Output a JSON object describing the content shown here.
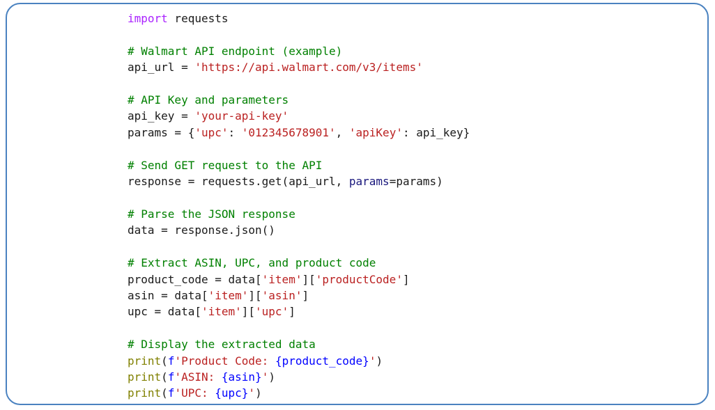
{
  "card": {
    "border_color": "#4a82c0",
    "background_color": "#ffffff"
  },
  "code": {
    "language": "python",
    "font_family_kind": "monospace",
    "colors": {
      "keyword": "#aa22ff",
      "comment": "#008000",
      "string": "#ba2121",
      "builtin": "#808000",
      "keyword_argument": "#19177c",
      "fstring_prefix": "#0000ff",
      "interpolation": "#0000ff",
      "text": "#1a1a1a"
    },
    "lines": [
      {
        "id": "line-1",
        "text": "import requests"
      },
      {
        "id": "line-2",
        "text": ""
      },
      {
        "id": "line-3",
        "text": "# Walmart API endpoint (example)"
      },
      {
        "id": "line-4",
        "text": "api_url = 'https://api.walmart.com/v3/items'"
      },
      {
        "id": "line-5",
        "text": ""
      },
      {
        "id": "line-6",
        "text": "# API Key and parameters"
      },
      {
        "id": "line-7",
        "text": "api_key = 'your-api-key'"
      },
      {
        "id": "line-8",
        "text": "params = {'upc': '012345678901', 'apiKey': api_key}"
      },
      {
        "id": "line-9",
        "text": ""
      },
      {
        "id": "line-10",
        "text": "# Send GET request to the API"
      },
      {
        "id": "line-11",
        "text": "response = requests.get(api_url, params=params)"
      },
      {
        "id": "line-12",
        "text": ""
      },
      {
        "id": "line-13",
        "text": "# Parse the JSON response"
      },
      {
        "id": "line-14",
        "text": "data = response.json()"
      },
      {
        "id": "line-15",
        "text": ""
      },
      {
        "id": "line-16",
        "text": "# Extract ASIN, UPC, and product code"
      },
      {
        "id": "line-17",
        "text": "product_code = data['item']['productCode']"
      },
      {
        "id": "line-18",
        "text": "asin = data['item']['asin']"
      },
      {
        "id": "line-19",
        "text": "upc = data['item']['upc']"
      },
      {
        "id": "line-20",
        "text": ""
      },
      {
        "id": "line-21",
        "text": "# Display the extracted data"
      },
      {
        "id": "line-22",
        "text": "print(f'Product Code: {product_code}')"
      },
      {
        "id": "line-23",
        "text": "print(f'ASIN: {asin}')"
      },
      {
        "id": "line-24",
        "text": "print(f'UPC: {upc}')"
      }
    ]
  }
}
